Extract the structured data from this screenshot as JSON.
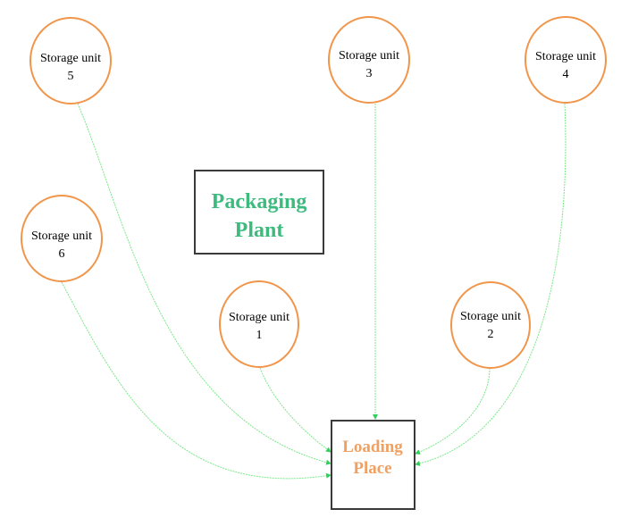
{
  "colors": {
    "circle_stroke": "#f0954a",
    "box_stroke": "#3a3a3a",
    "edge": "#7de88a",
    "packaging_text": "#3dbb7e",
    "loading_text": "#f0a060"
  },
  "boxes": [
    {
      "id": "packaging",
      "lines": [
        "Packaging",
        "Plant"
      ]
    },
    {
      "id": "loading",
      "lines": [
        "Loading",
        "Place"
      ]
    }
  ],
  "storage_units": [
    {
      "id": "u1",
      "lines": [
        "Storage unit",
        "1"
      ]
    },
    {
      "id": "u2",
      "lines": [
        "Storage unit",
        "2"
      ]
    },
    {
      "id": "u3",
      "lines": [
        "Storage unit",
        "3"
      ]
    },
    {
      "id": "u4",
      "lines": [
        "Storage unit",
        "4"
      ]
    },
    {
      "id": "u5",
      "lines": [
        "Storage unit",
        "5"
      ]
    },
    {
      "id": "u6",
      "lines": [
        "Storage unit",
        "6"
      ]
    }
  ],
  "edges": [
    {
      "from": "u1",
      "to": "loading"
    },
    {
      "from": "u2",
      "to": "loading"
    },
    {
      "from": "u3",
      "to": "loading"
    },
    {
      "from": "u4",
      "to": "loading"
    },
    {
      "from": "u5",
      "to": "loading"
    },
    {
      "from": "u6",
      "to": "loading"
    }
  ]
}
